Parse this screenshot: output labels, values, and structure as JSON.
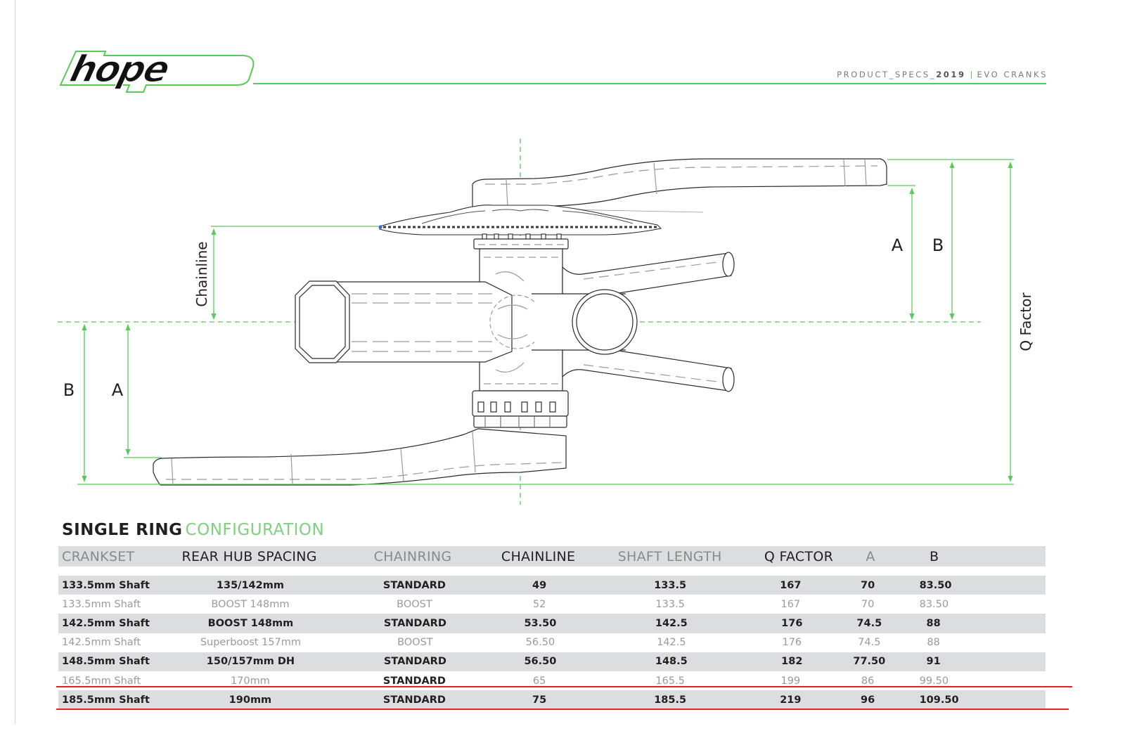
{
  "header": {
    "brand": "hope",
    "doc_label": "PRODUCT_SPECS_",
    "doc_year": "2019",
    "separator": "|",
    "product": "EVO CRANKS",
    "brand_color": "#5ac85a"
  },
  "drawing": {
    "icon": "crankset-technical-drawing",
    "labels": {
      "chainline": "Chainline",
      "a_right": "A",
      "b_right": "B",
      "a_left": "A",
      "b_left": "B",
      "q_factor": "Q Factor"
    },
    "dimension_color": "#5ac85a"
  },
  "section": {
    "title_strong": "SINGLE RING",
    "title_light": "CONFIGURATION"
  },
  "table": {
    "columns": [
      {
        "label": "CRANKSET",
        "emphasis": false
      },
      {
        "label": "REAR HUB SPACING",
        "emphasis": true
      },
      {
        "label": "CHAINRING",
        "emphasis": false
      },
      {
        "label": "CHAINLINE",
        "emphasis": true
      },
      {
        "label": "SHAFT LENGTH",
        "emphasis": false
      },
      {
        "label": "Q FACTOR",
        "emphasis": true
      },
      {
        "label": "A",
        "emphasis": false
      },
      {
        "label": "B",
        "emphasis": true
      }
    ],
    "rows": [
      {
        "crankset": "133.5mm Shaft",
        "rear_hub_spacing": "135/142mm",
        "chainring": "STANDARD",
        "chainline": "49",
        "shaft_length": "133.5",
        "q_factor": "167",
        "a": "70",
        "b": "83.50",
        "style": "bold"
      },
      {
        "crankset": "133.5mm Shaft",
        "rear_hub_spacing": "BOOST 148mm",
        "chainring": "BOOST",
        "chainline": "52",
        "shaft_length": "133.5",
        "q_factor": "167",
        "a": "70",
        "b": "83.50",
        "style": "light"
      },
      {
        "crankset": "142.5mm Shaft",
        "rear_hub_spacing": "BOOST 148mm",
        "chainring": "STANDARD",
        "chainline": "53.50",
        "shaft_length": "142.5",
        "q_factor": "176",
        "a": "74.5",
        "b": "88",
        "style": "bold"
      },
      {
        "crankset": "142.5mm Shaft",
        "rear_hub_spacing": "Superboost 157mm",
        "chainring": "BOOST",
        "chainline": "56.50",
        "shaft_length": "142.5",
        "q_factor": "176",
        "a": "74.5",
        "b": "88",
        "style": "light"
      },
      {
        "crankset": "148.5mm Shaft",
        "rear_hub_spacing": "150/157mm DH",
        "chainring": "STANDARD",
        "chainline": "56.50",
        "shaft_length": "148.5",
        "q_factor": "182",
        "a": "77.50",
        "b": "91",
        "style": "bold"
      },
      {
        "crankset": "165.5mm Shaft",
        "rear_hub_spacing": "170mm",
        "chainring": "STANDARD",
        "chainline": "65",
        "shaft_length": "165.5",
        "q_factor": "199",
        "a": "86",
        "b": "99.50",
        "style": "light",
        "chainring_emphasis": true
      },
      {
        "crankset": "185.5mm Shaft",
        "rear_hub_spacing": "190mm",
        "chainring": "STANDARD",
        "chainline": "75",
        "shaft_length": "185.5",
        "q_factor": "219",
        "a": "96",
        "b": "109.50",
        "style": "bold"
      }
    ],
    "highlight_color": "#e02030"
  }
}
